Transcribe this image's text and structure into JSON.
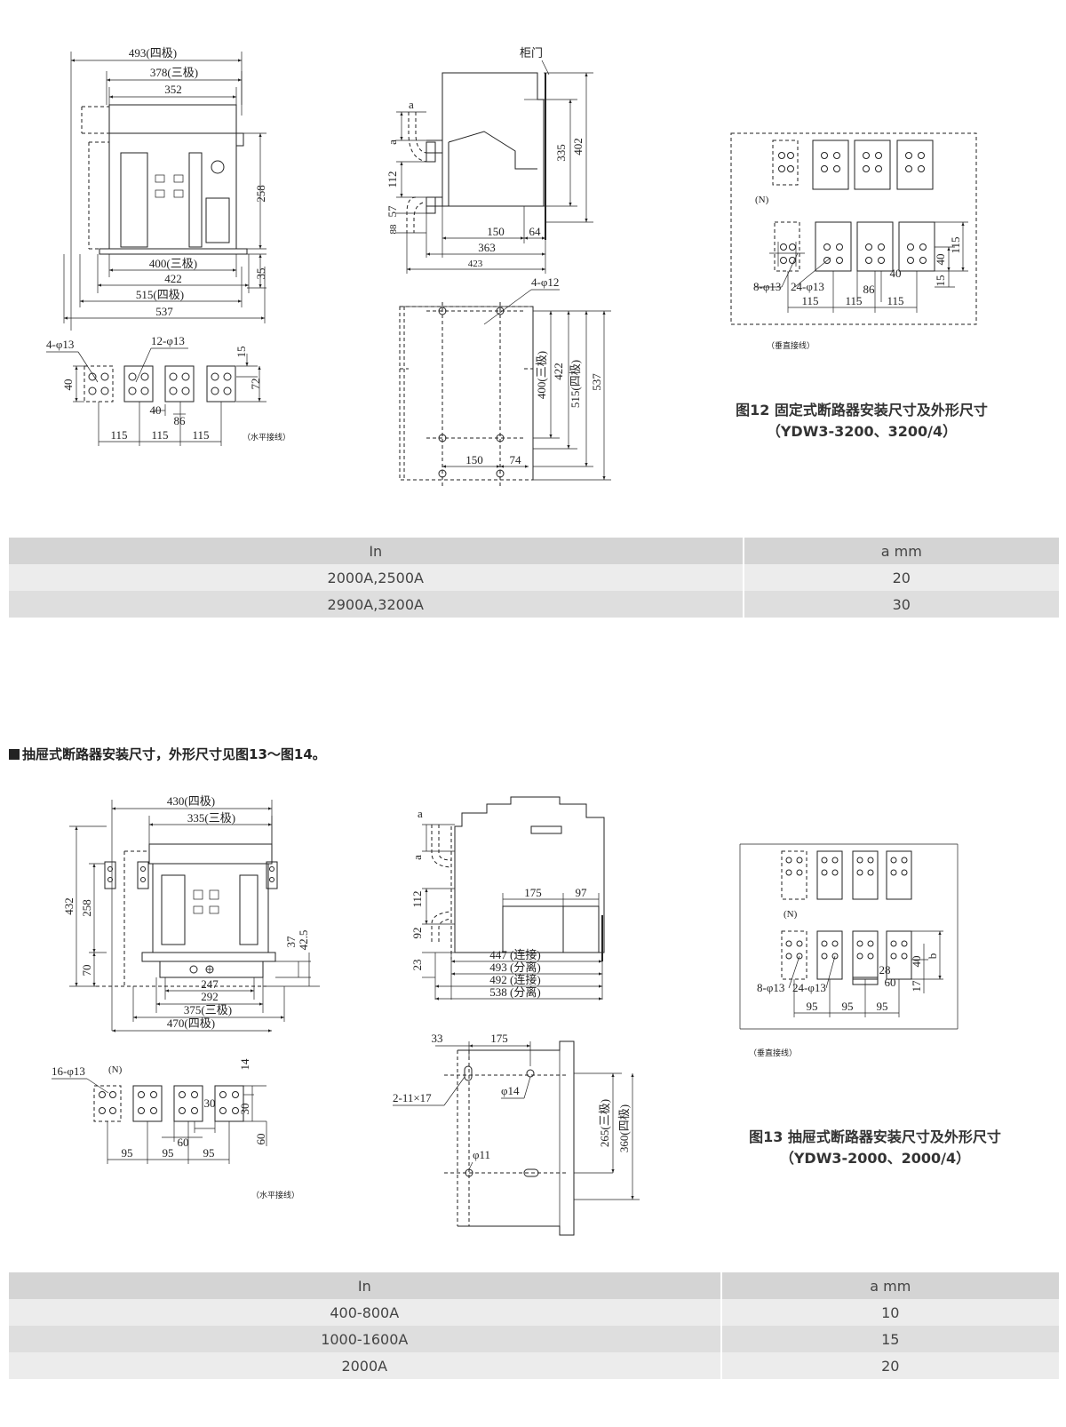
{
  "fig12": {
    "title": "图12 固定式断路器安装尺寸及外形尺寸",
    "subtitle": "（YDW3-3200、3200/4）",
    "front_dims": {
      "d493": "493(四极)",
      "d378": "378(三极)",
      "d352": "352",
      "d258": "258",
      "d400": "400(三极)",
      "d422": "422",
      "d515": "515(四极)",
      "d537": "537",
      "d35": "35"
    },
    "side_dims": {
      "door": "柜门",
      "a1": "a",
      "a2": "a",
      "d112": "112",
      "d57": "57",
      "d88": "88",
      "d335": "335",
      "d402": "402",
      "d150": "150",
      "d64": "64",
      "d363": "363",
      "d423": "423"
    },
    "mount_dims": {
      "holes": "4-φ12",
      "d400": "400(三极)",
      "d422": "422",
      "d515": "515(四极)",
      "d537": "537",
      "d150": "150",
      "d74": "74"
    },
    "horizontal": {
      "h4": "4-φ13",
      "h12": "12-φ13",
      "d40": "40",
      "d15": "15",
      "d72": "72",
      "d40b": "40",
      "d86": "86",
      "d115a": "115",
      "d115b": "115",
      "d115c": "115",
      "caption": "（水平接线）"
    },
    "vertical": {
      "n": "(N)",
      "h8": "8-φ13",
      "h24": "24-φ13",
      "d86": "86",
      "d40": "40",
      "d115a": "115",
      "d115b": "115",
      "d115c": "115",
      "d115r": "115",
      "d40r": "40",
      "d15": "15",
      "caption": "（垂直接线）"
    }
  },
  "table1": {
    "headers": [
      "In",
      "a mm"
    ],
    "rows": [
      [
        "2000A,2500A",
        "20"
      ],
      [
        "2900A,3200A",
        "30"
      ]
    ]
  },
  "section_title": "抽屉式断路器安装尺寸，外形尺寸见图13～图14。",
  "fig13": {
    "title": "图13 抽屉式断路器安装尺寸及外形尺寸",
    "subtitle": "（YDW3-2000、2000/4）",
    "front_dims": {
      "d430": "430(四极)",
      "d335": "335(三极)",
      "d432": "432",
      "d258": "258",
      "d70": "70",
      "d37": "37",
      "d425": "42.5",
      "d247": "247",
      "d292": "292",
      "d375": "375(三极)",
      "d470": "470(四极)"
    },
    "side_dims": {
      "a1": "a",
      "a2": "a",
      "d112": "112",
      "d92": "92",
      "d23": "23",
      "d175": "175",
      "d97": "97",
      "d447": "447 (连接)",
      "d493": "493 (分离)",
      "d492": "492 (连接)",
      "d538": "538 (分离)"
    },
    "mount_dims": {
      "d33": "33",
      "d175": "175",
      "slot": "2-11×17",
      "h14": "φ14",
      "h11": "φ11",
      "d265": "265(三极)",
      "d360": "360(四极)"
    },
    "horizontal": {
      "h16": "16-φ13",
      "n": "(N)",
      "d14": "14",
      "d30": "30",
      "d30b": "30",
      "d60": "60",
      "d60v": "60",
      "d95a": "95",
      "d95b": "95",
      "d95c": "95",
      "caption": "（水平接线）"
    },
    "vertical": {
      "n": "(N)",
      "h8": "8-φ13",
      "h24": "24-φ13",
      "d28": "28",
      "d60": "60",
      "d40": "40",
      "b": "b",
      "d17": "17",
      "d95a": "95",
      "d95b": "95",
      "d95c": "95",
      "caption": "（垂直接线）"
    }
  },
  "table2": {
    "headers": [
      "In",
      "a mm"
    ],
    "rows": [
      [
        "400-800A",
        "10"
      ],
      [
        "1000-1600A",
        "15"
      ],
      [
        "2000A",
        "20"
      ]
    ]
  }
}
